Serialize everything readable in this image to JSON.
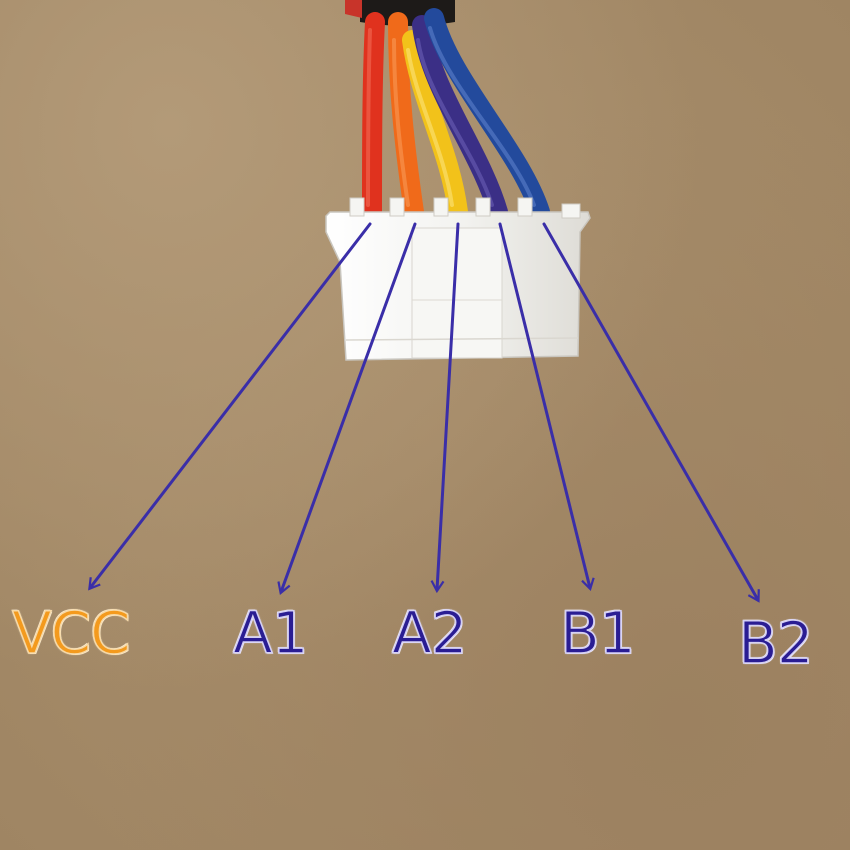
{
  "labels": {
    "vcc": "VCC",
    "a1": "A1",
    "a2": "A2",
    "b1": "B1",
    "b2": "B2"
  },
  "colors": {
    "background": "#a88e6b",
    "arrow": "#3a2ea8",
    "vcc_label": "#f39a1e",
    "signal_label": "#2a1d93",
    "wire_red": "#e0321e",
    "wire_orange": "#f06a1a",
    "wire_yellow": "#f2c21a",
    "wire_purple": "#3b2f86",
    "wire_blue": "#234a9c",
    "connector": "#f1f1ee"
  }
}
